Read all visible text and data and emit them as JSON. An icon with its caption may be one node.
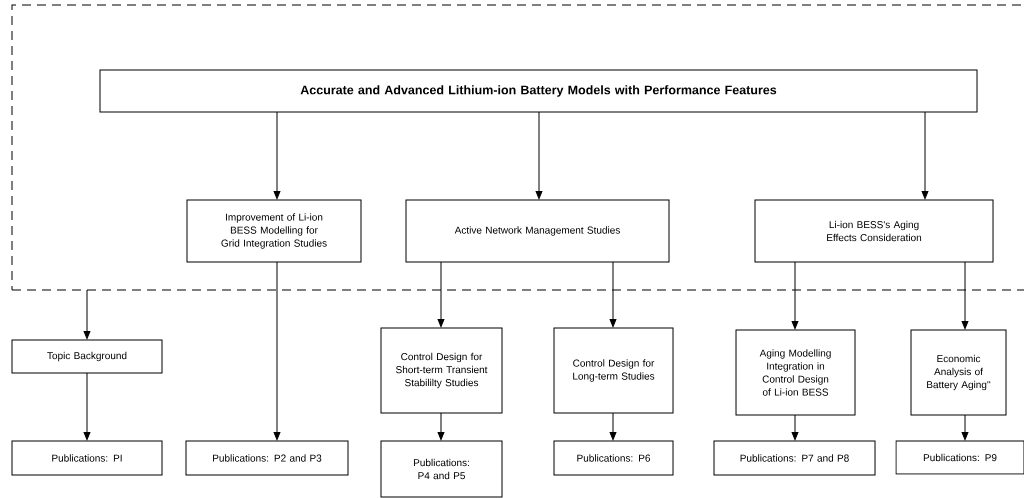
{
  "diagram": {
    "nodes": [
      {
        "text": [],
        "shape": "box"
      },
      {
        "text": [
          "Accurate and Advanced Lithium-ion Battery Models with Performance Features"
        ],
        "in": 0
      },
      {
        "text": [
          "Improvement of Li-ion BESS Modelling for Grid Integration Studies"
        ],
        "in": 0
      },
      {
        "text": [
          "Active Network Management Studies"
        ],
        "in": 0
      },
      {
        "text": [
          "Li-ion BESS's Aging Effects Consideration"
        ],
        "in": 0
      },
      {
        "text": [
          "Topic Background"
        ]
      },
      {
        "text": [
          "Control Design for Short-term Transient Stabililty Studies"
        ]
      },
      {
        "text": [
          "Control Design for Long-term Studies"
        ]
      },
      {
        "text": [
          "Aging Modelling Integration in Control Design of Li-ion BESS"
        ]
      },
      {
        "text": [
          "Economic Analysis of Battery Aging''"
        ]
      },
      {
        "text": [
          "Publications: PI"
        ]
      },
      {
        "text": [
          "Publications: P2 and P3"
        ]
      },
      {
        "text": [
          "Publications: P4 and P5"
        ]
      },
      {
        "text": [
          "Publications: P6"
        ]
      },
      {
        "text": [
          "Publications: P7 and P8"
        ]
      },
      {
        "text": [
          "Publications: P9"
        ]
      }
    ],
    "edges": [
      {
        "from": 1,
        "to": 2,
        "arrow": "to"
      },
      {
        "from": 1,
        "to": 3,
        "arrow": "to"
      },
      {
        "from": 1,
        "to": 4,
        "arrow": "to"
      },
      {
        "from": 0,
        "to": 5,
        "arrow": "to"
      },
      {
        "from": 5,
        "to": 10,
        "arrow": "to"
      },
      {
        "from": 2,
        "to": 11,
        "arrow": "to"
      },
      {
        "from": 3,
        "to": 6,
        "arrow": "to"
      },
      {
        "from": 3,
        "to": 7,
        "arrow": "to"
      },
      {
        "from": 4,
        "to": 8,
        "arrow": "to"
      },
      {
        "from": 4,
        "to": 9,
        "arrow": "to"
      },
      {
        "from": 6,
        "to": 12,
        "arrow": "to"
      },
      {
        "from": 7,
        "to": 13,
        "arrow": "to"
      },
      {
        "from": 8,
        "to": 14,
        "arrow": "to"
      },
      {
        "from": 9,
        "to": 15,
        "arrow": "to"
      }
    ]
  }
}
